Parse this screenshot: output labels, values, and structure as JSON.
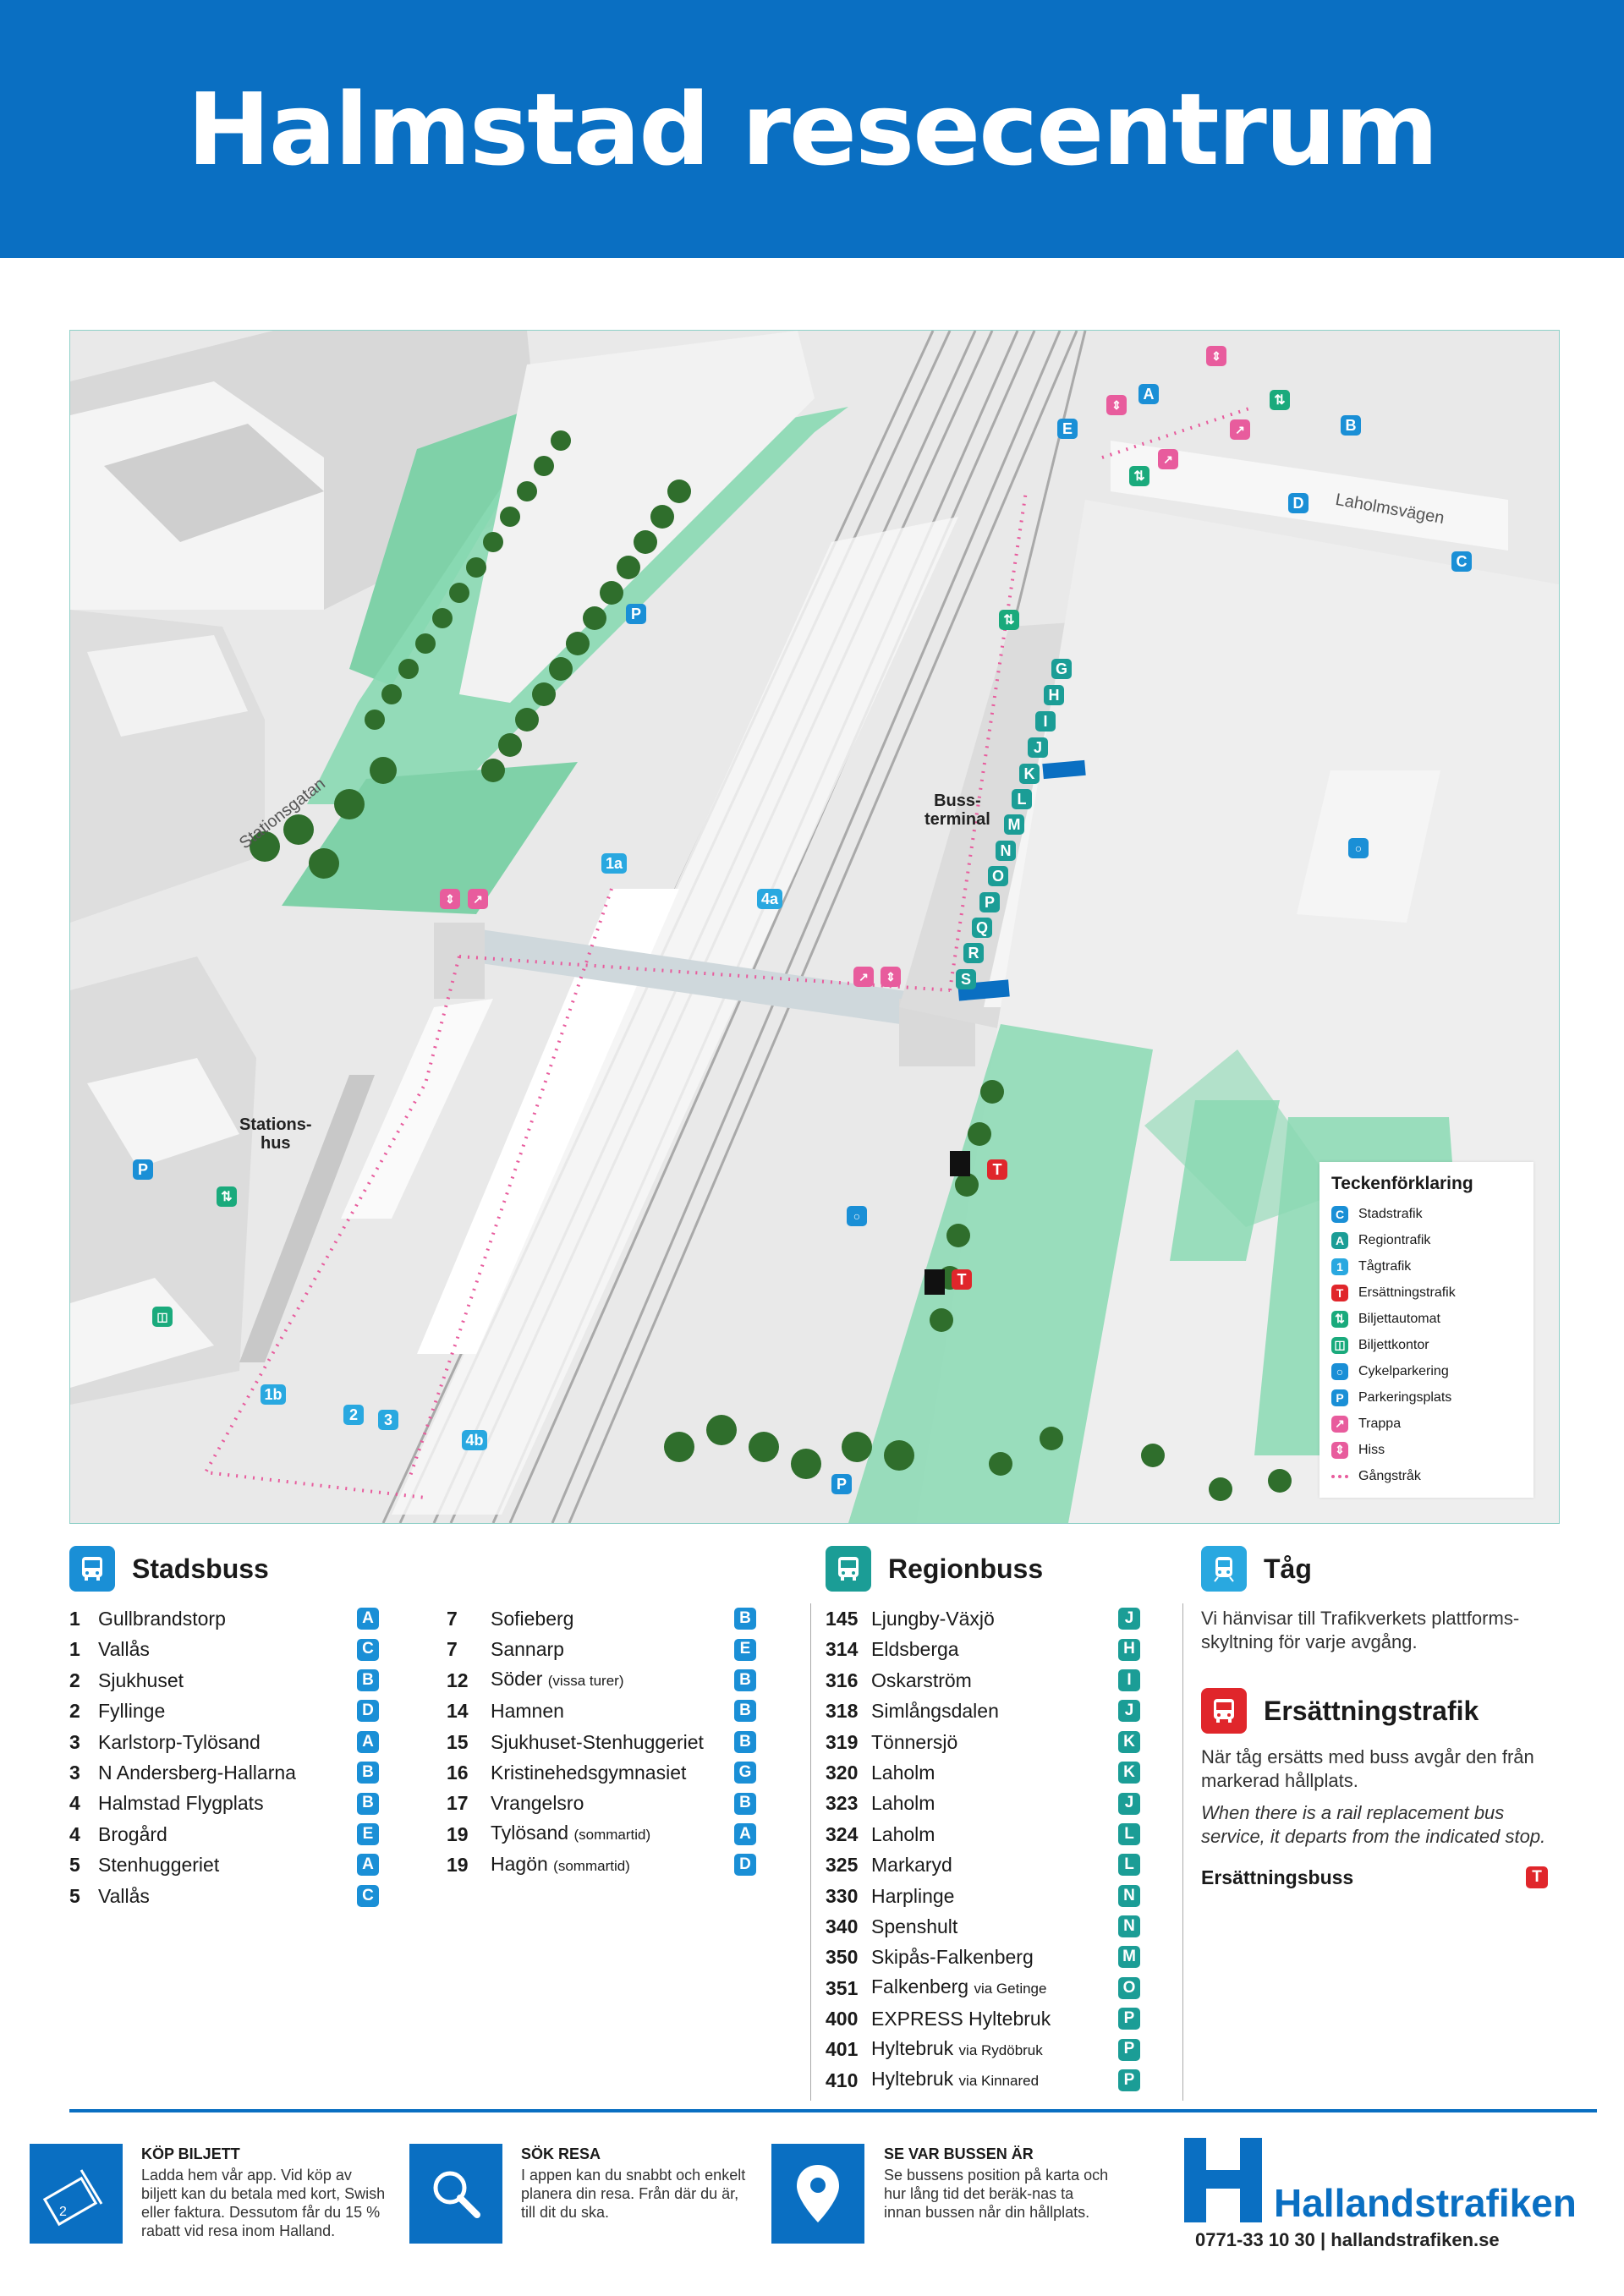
{
  "header": {
    "title": "Halmstad resecentrum"
  },
  "colors": {
    "brand": "#0a6fc2",
    "stadstrafik": "#1a8fd6",
    "regiontrafik": "#1b9d96",
    "tagtrafik": "#29a8e0",
    "ersattning": "#e0262b",
    "gangstrak": "#e85c9d",
    "green": "#1aaa7c"
  },
  "map": {
    "labels": {
      "stationshus": "Stations-\nhus",
      "bussterminal": "Buss-\nterminal"
    },
    "streets": {
      "laholmsvagen": "Laholmsvägen",
      "stationsgatan": "Stationsgatan"
    },
    "stadsbuss_stops": [
      "A",
      "B",
      "C",
      "D",
      "E"
    ],
    "regionbuss_stops": [
      "G",
      "H",
      "I",
      "J",
      "K",
      "L",
      "M",
      "N",
      "O",
      "P",
      "Q",
      "R",
      "S"
    ],
    "tag_platforms": [
      "1a",
      "1b",
      "2",
      "3",
      "4a",
      "4b"
    ],
    "replacement": "T",
    "parking": "P",
    "legend": {
      "title": "Teckenförklaring",
      "items": [
        {
          "icon": "C",
          "label": "Stadstrafik"
        },
        {
          "icon": "A",
          "label": "Regiontrafik"
        },
        {
          "icon": "1",
          "label": "Tågtrafik"
        },
        {
          "icon": "T",
          "label": "Ersättningstrafik"
        },
        {
          "icon": "ticket-machine-icon",
          "label": "Biljettautomat"
        },
        {
          "icon": "ticket-office-icon",
          "label": "Biljettkontor"
        },
        {
          "icon": "bicycle-icon",
          "label": "Cykelparkering"
        },
        {
          "icon": "P",
          "label": "Parkeringsplats"
        },
        {
          "icon": "stairs-icon",
          "label": "Trappa"
        },
        {
          "icon": "elevator-icon",
          "label": "Hiss"
        },
        {
          "icon": "walkway-dots",
          "label": "Gångstråk"
        }
      ]
    }
  },
  "stadsbuss": {
    "title": "Stadsbuss",
    "col1": [
      {
        "num": "1",
        "name": "Gullbrandstorp",
        "stop": "A"
      },
      {
        "num": "1",
        "name": "Vallås",
        "stop": "C"
      },
      {
        "num": "2",
        "name": "Sjukhuset",
        "stop": "B"
      },
      {
        "num": "2",
        "name": "Fyllinge",
        "stop": "D"
      },
      {
        "num": "3",
        "name": "Karlstorp-Tylösand",
        "stop": "A"
      },
      {
        "num": "3",
        "name": "N Andersberg-Hallarna",
        "stop": "B"
      },
      {
        "num": "4",
        "name": "Halmstad Flygplats",
        "stop": "B"
      },
      {
        "num": "4",
        "name": "Brogård",
        "stop": "E"
      },
      {
        "num": "5",
        "name": "Stenhuggeriet",
        "stop": "A"
      },
      {
        "num": "5",
        "name": "Vallås",
        "stop": "C"
      }
    ],
    "col2": [
      {
        "num": "7",
        "name": "Sofieberg",
        "note": "",
        "stop": "B"
      },
      {
        "num": "7",
        "name": "Sannarp",
        "note": "",
        "stop": "E"
      },
      {
        "num": "12",
        "name": "Söder",
        "note": "(vissa turer)",
        "stop": "B"
      },
      {
        "num": "14",
        "name": "Hamnen",
        "note": "",
        "stop": "B"
      },
      {
        "num": "15",
        "name": "Sjukhuset-Stenhuggeriet",
        "note": "",
        "stop": "B"
      },
      {
        "num": "16",
        "name": "Kristinehedsgymnasiet",
        "note": "",
        "stop": "G"
      },
      {
        "num": "17",
        "name": "Vrangelsro",
        "note": "",
        "stop": "B"
      },
      {
        "num": "19",
        "name": "Tylösand",
        "note": "(sommartid)",
        "stop": "A"
      },
      {
        "num": "19",
        "name": "Hagön",
        "note": "(sommartid)",
        "stop": "D"
      }
    ]
  },
  "regionbuss": {
    "title": "Regionbuss",
    "routes": [
      {
        "num": "145",
        "name": "Ljungby-Växjö",
        "note": "",
        "stop": "J"
      },
      {
        "num": "314",
        "name": "Eldsberga",
        "note": "",
        "stop": "H"
      },
      {
        "num": "316",
        "name": "Oskarström",
        "note": "",
        "stop": "I"
      },
      {
        "num": "318",
        "name": "Simlångsdalen",
        "note": "",
        "stop": "J"
      },
      {
        "num": "319",
        "name": "Tönnersjö",
        "note": "",
        "stop": "K"
      },
      {
        "num": "320",
        "name": "Laholm",
        "note": "",
        "stop": "K"
      },
      {
        "num": "323",
        "name": "Laholm",
        "note": "",
        "stop": "J"
      },
      {
        "num": "324",
        "name": "Laholm",
        "note": "",
        "stop": "L"
      },
      {
        "num": "325",
        "name": "Markaryd",
        "note": "",
        "stop": "L"
      },
      {
        "num": "330",
        "name": "Harplinge",
        "note": "",
        "stop": "N"
      },
      {
        "num": "340",
        "name": "Spenshult",
        "note": "",
        "stop": "N"
      },
      {
        "num": "350",
        "name": "Skipås-Falkenberg",
        "note": "",
        "stop": "M"
      },
      {
        "num": "351",
        "name": "Falkenberg",
        "note": "via Getinge",
        "stop": "O"
      },
      {
        "num": "400",
        "name": "EXPRESS Hyltebruk",
        "note": "",
        "stop": "P"
      },
      {
        "num": "401",
        "name": "Hyltebruk",
        "note": "via Rydöbruk",
        "stop": "P"
      },
      {
        "num": "410",
        "name": "Hyltebruk",
        "note": "via Kinnared",
        "stop": "P"
      }
    ]
  },
  "tag": {
    "title": "Tåg",
    "text": "Vi hänvisar till Trafikverkets plattforms-skyltning för varje avgång."
  },
  "ersattning": {
    "title": "Ersättningstrafik",
    "text": "När tåg ersätts med buss avgår den från markerad hållplats.",
    "text_en": "When there is a rail replacement bus service, it departs from the indicated stop.",
    "bus_label": "Ersättningsbuss",
    "stop": "T"
  },
  "footer": {
    "buy": {
      "title": "KÖP BILJETT",
      "text": "Ladda hem vår app. Vid köp av biljett kan du betala med kort, Swish eller faktura. Dessutom får du 15 % rabatt vid resa inom Halland."
    },
    "search": {
      "title": "SÖK RESA",
      "text": "I appen kan du snabbt och enkelt planera din resa. Från där du är, till dit du ska."
    },
    "track": {
      "title": "SE VAR BUSSEN ÄR",
      "text": "Se bussens position på karta och hur lång tid det beräk-nas ta innan bussen når din hållplats."
    },
    "brand": "Hallandstrafiken",
    "contact": "0771-33 10 30 | hallandstrafiken.se",
    "ticket_zone": "2"
  }
}
